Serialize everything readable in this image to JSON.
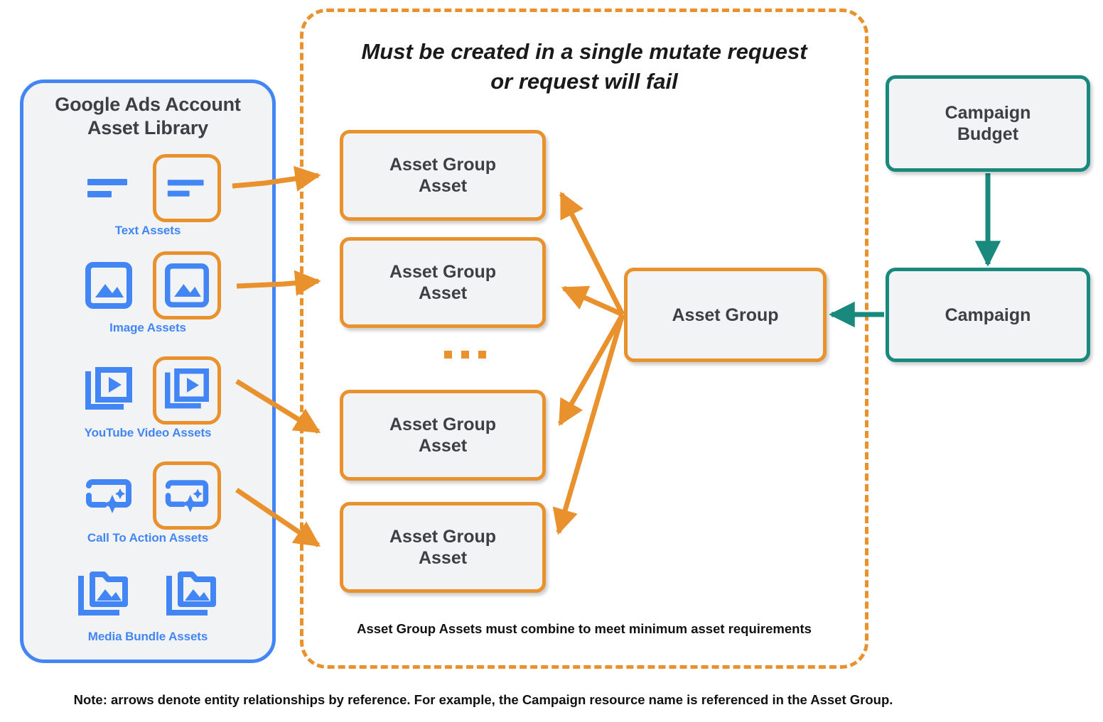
{
  "library": {
    "title_line1": "Google Ads Account",
    "title_line2": "Asset Library",
    "items": [
      {
        "caption": "Text Assets",
        "icon": "text-lines-icon",
        "highlighted_index": 1
      },
      {
        "caption": "Image Assets",
        "icon": "image-icon",
        "highlighted_index": 1
      },
      {
        "caption": "YouTube Video  Assets",
        "icon": "video-stack-icon",
        "highlighted_index": 1
      },
      {
        "caption": "Call To Action Assets",
        "icon": "call-to-action-sparkle-icon",
        "highlighted_index": 1
      },
      {
        "caption": "Media Bundle  Assets",
        "icon": "media-bundle-folder-icon",
        "highlighted_index": -1
      }
    ]
  },
  "mutate_container": {
    "title_line1": "Must be created in a single mutate request",
    "title_line2": "or request will fail",
    "footnote": "Asset Group Assets must combine to meet minimum asset requirements"
  },
  "asset_group_assets": [
    {
      "line1": "Asset Group",
      "line2": "Asset"
    },
    {
      "line1": "Asset Group",
      "line2": "Asset"
    },
    {
      "line1": "Asset Group",
      "line2": "Asset"
    },
    {
      "line1": "Asset Group",
      "line2": "Asset"
    }
  ],
  "ellipsis": "...",
  "nodes": {
    "asset_group": "Asset Group",
    "campaign_budget_line1": "Campaign",
    "campaign_budget_line2": "Budget",
    "campaign": "Campaign"
  },
  "footer_note": "Note: arrows denote entity relationships by reference. For example, the Campaign resource name is referenced in the Asset Group.",
  "colors": {
    "orange": "#e8912d",
    "teal": "#18897c",
    "blue": "#4285f4",
    "node_fill": "#f1f3f4",
    "text": "#3c4043"
  }
}
